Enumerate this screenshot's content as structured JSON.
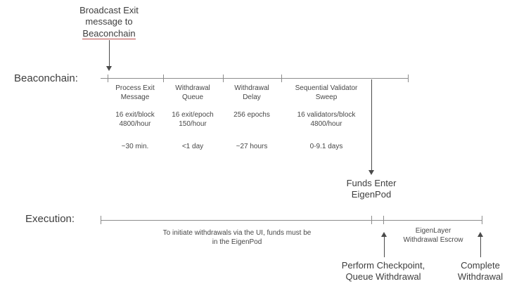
{
  "colors": {
    "line_gray": "#8c8c8c",
    "arrow_dark": "#4a4a4a",
    "text_dark": "#3d3d3d",
    "underline_red": "#b94a48"
  },
  "broadcast": {
    "text": "Broadcast Exit\nmessage to",
    "underlined": "Beaconchain"
  },
  "beaconchain_row": {
    "label": "Beaconchain:",
    "segments": [
      {
        "title": "Process Exit\nMessage",
        "rate": "16 exit/block\n4800/hour",
        "duration": "~30 min."
      },
      {
        "title": "Withdrawal\nQueue",
        "rate": "16 exit/epoch\n150/hour",
        "duration": "<1 day"
      },
      {
        "title": "Withdrawal\nDelay",
        "rate": "256 epochs",
        "duration": "~27 hours"
      },
      {
        "title": "Sequential Validator\nSweep",
        "rate": "16 validators/block\n4800/hour",
        "duration": "0-9.1 days"
      }
    ]
  },
  "funds_enter": "Funds Enter\nEigenPod",
  "execution_row": {
    "label": "Execution:",
    "note": "To initiate withdrawals via the UI, funds must be\nin the EigenPod",
    "escrow": "EigenLayer\nWithdrawal Escrow",
    "checkpoint": "Perform Checkpoint,\nQueue Withdrawal",
    "complete": "Complete\nWithdrawal"
  }
}
